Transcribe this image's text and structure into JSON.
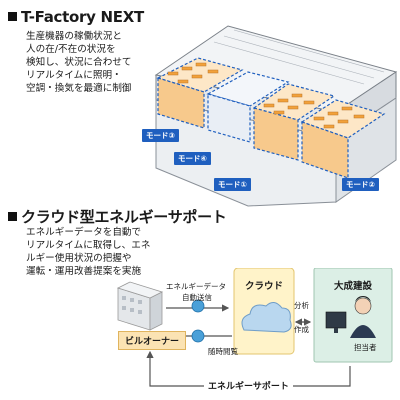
{
  "section1": {
    "title": "T-Factory NEXT",
    "desc_lines": [
      "生産機器の稼働状況と",
      "人の在/不在の状況を",
      "検知し、状況に合わせて",
      "リアルタイムに照明・",
      "空調・換気を最適に制御"
    ],
    "modes": [
      "モード③",
      "モード④",
      "モード①",
      "モード②"
    ]
  },
  "section2": {
    "title": "クラウド型エネルギーサポート",
    "desc_lines": [
      "エネルギーデータを自動で",
      "リアルタイムに取得し、エネ",
      "ルギー使用状況の把握や",
      "運転・運用改善提案を実施"
    ]
  },
  "diagram": {
    "energy_data_label_1": "エネルギーデータ",
    "energy_data_label_2": "自動送信",
    "inquiry_label": "随時閲覧",
    "cloud_label": "クラウド",
    "analysis_label": "分析",
    "create_label": "作成",
    "company_label": "大成建設",
    "staff_label": "担当者",
    "building_owner_label": "ビルオーナー",
    "support_label": "エネルギーサポート"
  },
  "colors": {
    "accent_blue": "#1f5fbf",
    "building_orange": "#f2b26a",
    "cloud_box": "#fff3c9",
    "company_box": "#dcefe6"
  }
}
